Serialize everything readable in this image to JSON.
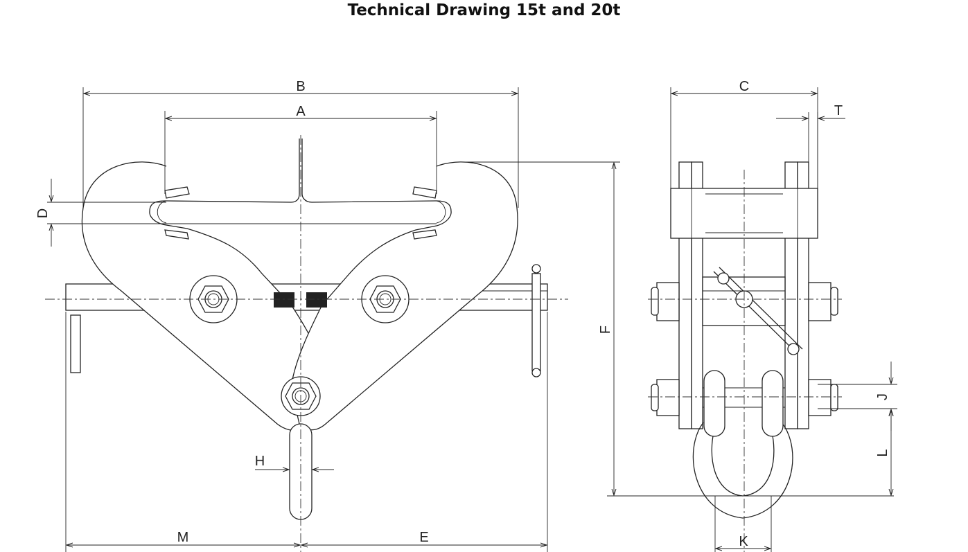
{
  "title": "Technical Drawing 15t and 20t",
  "dimension_labels": {
    "A": "A",
    "B": "B",
    "C": "C",
    "D": "D",
    "E": "E",
    "F": "F",
    "H": "H",
    "J": "J",
    "K": "K",
    "L": "L",
    "M": "M",
    "T": "T"
  }
}
